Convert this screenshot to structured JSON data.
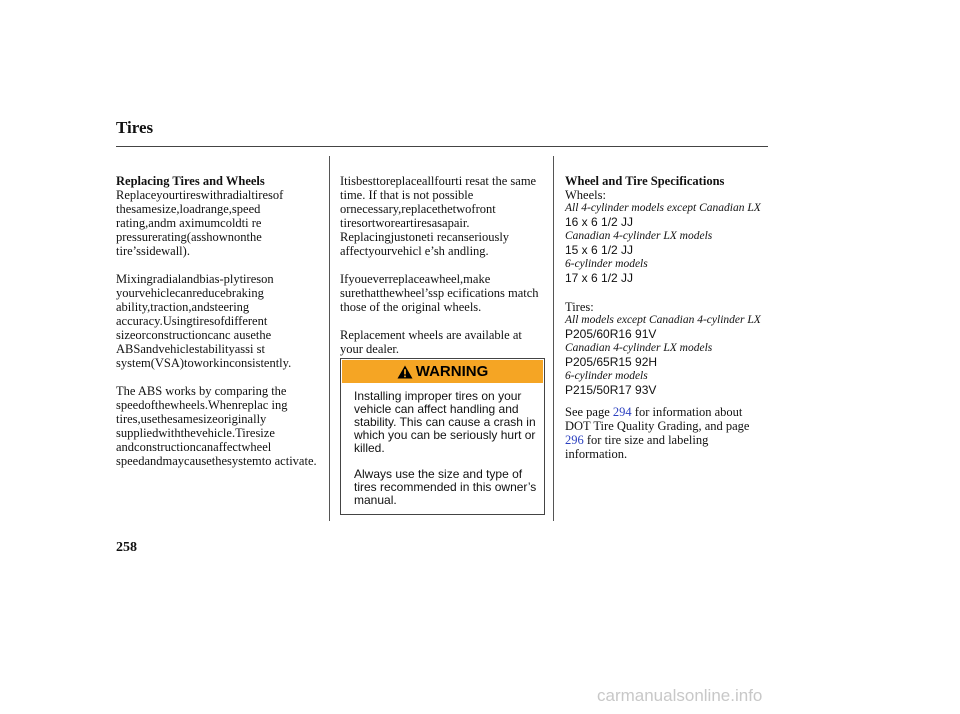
{
  "header": {
    "title": "Tires"
  },
  "left": {
    "heading": "Replacing Tires and Wheels",
    "paras": [
      "Replaceyourtireswithradialtiresof thesamesize,loadrange,speed rating,andm aximumcoldti re pressurerating(asshownonthe tire’ssidewall).",
      "Mixingradialandbias-plytireson yourvehiclecanreducebraking ability,traction,andsteering accuracy.Usingtiresofdifferent sizeorconstructioncanc ausethe ABSandvehiclestabilityassi st system(VSA)toworkinconsistently.",
      "The ABS works by comparing the speedofthewheels.Whenreplac ing tires,usethesamesizeoriginally suppliedwiththevehicle.Tiresize andconstructioncanaffectwheel speedandmaycausethesystemto activate."
    ]
  },
  "middle": {
    "paras": [
      "Itisbesttoreplaceallfourti resat the same time. If that is not possible ornecessary,replacethetwofront tiresortworeartiresasapair. Replacingjustoneti recanseriously affectyourvehicl e’sh andling.",
      "Ifyoueverreplaceawheel,make surethatthewheel’ssp ecifications match those of the original wheels.",
      "Replacement wheels are available at your dealer."
    ],
    "warning": {
      "label": "WARNING",
      "icon": "warning-triangle-icon",
      "color": "#f5a524",
      "paras": [
        "Installing improper tires on your vehicle can affect handling and stability. This can cause a crash in which you can be seriously hurt or killed.",
        "Always use the size and type of tires recommended in this owner’s manual."
      ]
    }
  },
  "right": {
    "heading": "Wheel and Tire Specifications",
    "wheels_label": "Wheels:",
    "wheels": [
      {
        "model": "All 4-cylinder models except Canadian LX",
        "spec": "16 x 6 1/2 JJ"
      },
      {
        "model": "Canadian 4-cylinder LX models",
        "spec": "15 x 6 1/2 JJ"
      },
      {
        "model": "6-cylinder models",
        "spec": "17 x 6 1/2 JJ"
      }
    ],
    "tires_label": "Tires:",
    "tires": [
      {
        "model": "All models except Canadian 4-cylinder LX",
        "spec": "P205/60R16 91V"
      },
      {
        "model": "Canadian 4-cylinder LX models",
        "spec": "P205/65R15 92H"
      },
      {
        "model": "6-cylinder models",
        "spec": "P215/50R17 93V"
      }
    ],
    "seepage": {
      "part1": "See page ",
      "link1": "294",
      "part2": " for information about DOT Tire Quality Grading, and page ",
      "link2": "296",
      "part3": " for tire size and labeling information."
    }
  },
  "footer": {
    "page_number": "258",
    "watermark": "carmanualsonline.info"
  }
}
